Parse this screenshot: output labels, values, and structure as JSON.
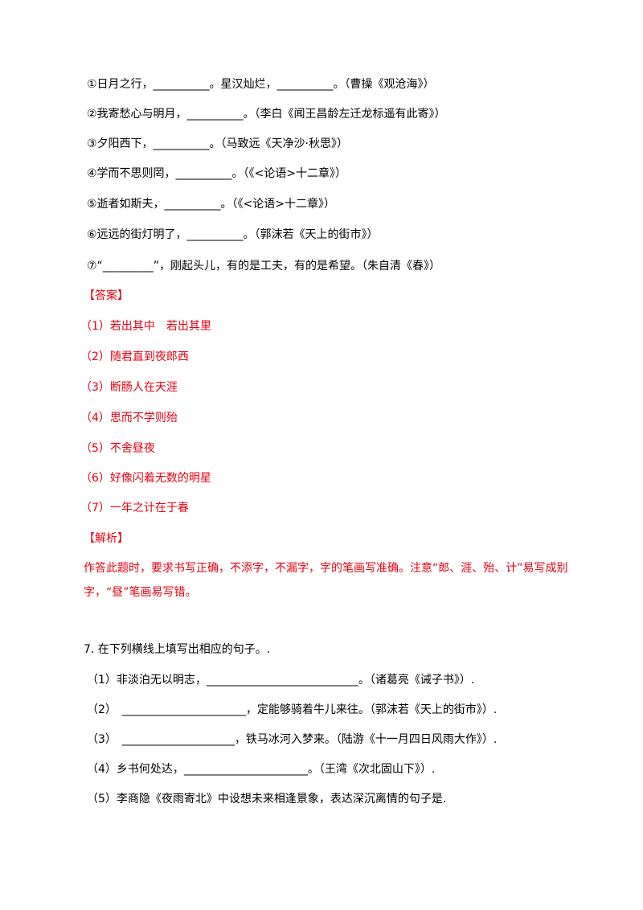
{
  "part1": {
    "lines": [
      "①日月之行，__________。星汉灿烂，__________。（曹操《观沧海》）",
      "②我寄愁心与明月，__________。（李白《闻王昌龄左迁龙标遥有此寄》）",
      "③夕阳西下，__________。（马致远《天净沙·秋思》）",
      "④学而不思则罔，__________。（《<论语>十二章》）",
      "⑤逝者如斯夫，__________。（《<论语>十二章》）",
      "⑥远远的街灯明了，__________。（郭沫若《天上的街市》）",
      "⑦“_________”，刚起头儿，有的是工夫，有的是希望。（朱自清《春》）"
    ]
  },
  "answer": {
    "header": "【答案】",
    "items": [
      "（1）若出其中　若出其里",
      "（2）随君直到夜郎西",
      "（3）断肠人在天涯",
      "（4）思而不学则殆",
      "（5）不舍昼夜",
      "（6）好像闪着无数的明星",
      "（7）一年之计在于春"
    ]
  },
  "analysis": {
    "header": "【解析】",
    "text": "作答此题时，要求书写正确，不添字，不漏字，字的笔画写准确。注意“郎、涯、殆、计”易写成别字，“昼”笔画易写错。"
  },
  "q7": {
    "title": "7. 在下列横线上填写出相应的句子。.",
    "items": [
      "（1）非淡泊无以明志，___________________________。（诸葛亮《诫子书》）.",
      "（2）　______________________，定能够骑着牛儿来往。（郭沫若《天上的街市》）.",
      "（3）　____________________，铁马冰河入梦来。（陆游《十一月四日风雨大作》）.",
      "（4）乡书何处达，______________________。（王湾《次北固山下》）.",
      "（5）李商隐《夜雨寄北》中设想未来相逢景象，表达深沉离情的句子是."
    ]
  },
  "colors": {
    "text": "#000000",
    "accent_red": "#e60012",
    "background": "#ffffff"
  }
}
